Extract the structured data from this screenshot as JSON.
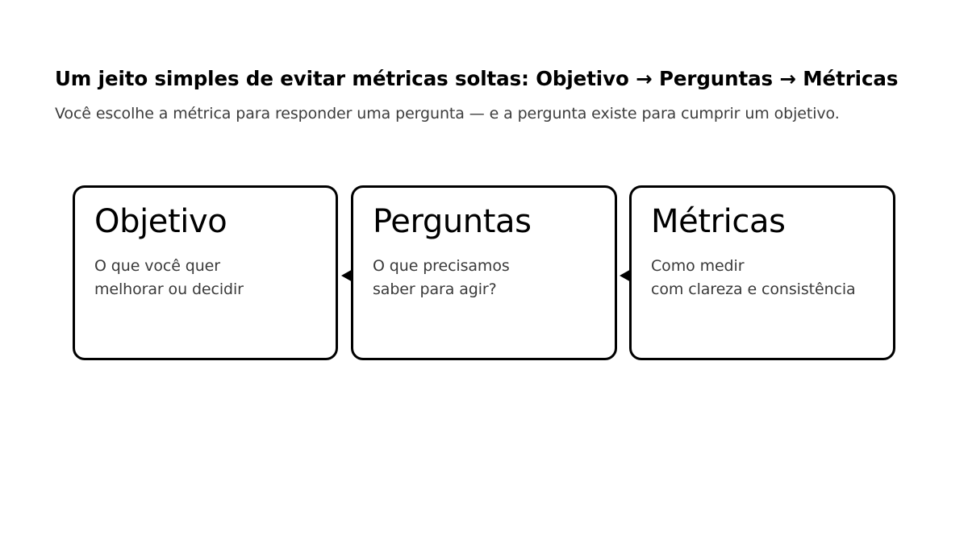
{
  "header": {
    "title": "Um jeito simples de evitar métricas soltas: Objetivo → Perguntas → Métricas",
    "subtitle": "Você escolhe a métrica para responder uma pergunta — e a pergunta existe para cumprir um objetivo."
  },
  "flow": {
    "cards": [
      {
        "title": "Objetivo",
        "body_line1": "O que você quer",
        "body_line2": "melhorar ou decidir"
      },
      {
        "title": "Perguntas",
        "body_line1": "O que precisamos",
        "body_line2": "saber para agir?"
      },
      {
        "title": "Métricas",
        "body_line1": "Como medir",
        "body_line2": "com clareza e consistência"
      }
    ],
    "connectors": [
      {
        "direction": "left",
        "from": "Perguntas",
        "to": "Objetivo"
      },
      {
        "direction": "left",
        "from": "Métricas",
        "to": "Perguntas"
      }
    ]
  },
  "colors": {
    "background": "#ffffff",
    "title_text": "#000000",
    "subtitle_text": "#3d3d3d",
    "card_border": "#000000",
    "card_fill": "#ffffff",
    "card_title_text": "#000000",
    "card_body_text": "#3a3a3a",
    "arrow": "#000000"
  }
}
